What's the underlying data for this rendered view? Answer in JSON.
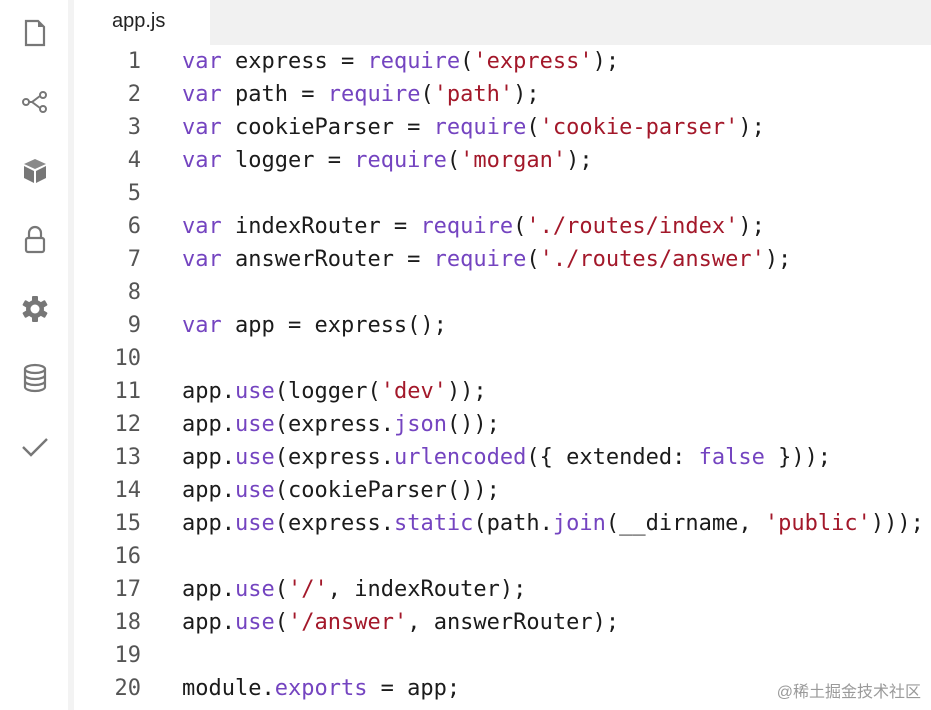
{
  "sidebar": {
    "items": [
      {
        "icon": "file-icon"
      },
      {
        "icon": "share-nodes-icon"
      },
      {
        "icon": "cube-icon"
      },
      {
        "icon": "lock-icon"
      },
      {
        "icon": "gear-icon"
      },
      {
        "icon": "database-icon"
      },
      {
        "icon": "checkmark-icon"
      }
    ]
  },
  "tab": {
    "label": "app.js"
  },
  "colors": {
    "keyword": "#7444c0",
    "string": "#a3182a",
    "text": "#1b1b1b",
    "line_number": "#555555"
  },
  "code": {
    "lines": [
      [
        [
          "kw",
          "var"
        ],
        [
          "p",
          " express = "
        ],
        [
          "fn",
          "require"
        ],
        [
          "p",
          "("
        ],
        [
          "str",
          "'express'"
        ],
        [
          "p",
          ");"
        ]
      ],
      [
        [
          "kw",
          "var"
        ],
        [
          "p",
          " path = "
        ],
        [
          "fn",
          "require"
        ],
        [
          "p",
          "("
        ],
        [
          "str",
          "'path'"
        ],
        [
          "p",
          ");"
        ]
      ],
      [
        [
          "kw",
          "var"
        ],
        [
          "p",
          " cookieParser = "
        ],
        [
          "fn",
          "require"
        ],
        [
          "p",
          "("
        ],
        [
          "str",
          "'cookie-parser'"
        ],
        [
          "p",
          ");"
        ]
      ],
      [
        [
          "kw",
          "var"
        ],
        [
          "p",
          " logger = "
        ],
        [
          "fn",
          "require"
        ],
        [
          "p",
          "("
        ],
        [
          "str",
          "'morgan'"
        ],
        [
          "p",
          ");"
        ]
      ],
      [],
      [
        [
          "kw",
          "var"
        ],
        [
          "p",
          " indexRouter = "
        ],
        [
          "fn",
          "require"
        ],
        [
          "p",
          "("
        ],
        [
          "str",
          "'./routes/index'"
        ],
        [
          "p",
          ");"
        ]
      ],
      [
        [
          "kw",
          "var"
        ],
        [
          "p",
          " answerRouter = "
        ],
        [
          "fn",
          "require"
        ],
        [
          "p",
          "("
        ],
        [
          "str",
          "'./routes/answer'"
        ],
        [
          "p",
          ");"
        ]
      ],
      [],
      [
        [
          "kw",
          "var"
        ],
        [
          "p",
          " app = express();"
        ]
      ],
      [],
      [
        [
          "p",
          "app."
        ],
        [
          "fn",
          "use"
        ],
        [
          "p",
          "(logger("
        ],
        [
          "str",
          "'dev'"
        ],
        [
          "p",
          "));"
        ]
      ],
      [
        [
          "p",
          "app."
        ],
        [
          "fn",
          "use"
        ],
        [
          "p",
          "(express."
        ],
        [
          "fn",
          "json"
        ],
        [
          "p",
          "());"
        ]
      ],
      [
        [
          "p",
          "app."
        ],
        [
          "fn",
          "use"
        ],
        [
          "p",
          "(express."
        ],
        [
          "fn",
          "urlencoded"
        ],
        [
          "p",
          "({ extended: "
        ],
        [
          "kw",
          "false"
        ],
        [
          "p",
          " }));"
        ]
      ],
      [
        [
          "p",
          "app."
        ],
        [
          "fn",
          "use"
        ],
        [
          "p",
          "(cookieParser());"
        ]
      ],
      [
        [
          "p",
          "app."
        ],
        [
          "fn",
          "use"
        ],
        [
          "p",
          "(express."
        ],
        [
          "fn",
          "static"
        ],
        [
          "p",
          "(path."
        ],
        [
          "fn",
          "join"
        ],
        [
          "p",
          "(__dirname, "
        ],
        [
          "str",
          "'public'"
        ],
        [
          "p",
          ")));"
        ]
      ],
      [],
      [
        [
          "p",
          "app."
        ],
        [
          "fn",
          "use"
        ],
        [
          "p",
          "("
        ],
        [
          "str",
          "'/'"
        ],
        [
          "p",
          ", indexRouter);"
        ]
      ],
      [
        [
          "p",
          "app."
        ],
        [
          "fn",
          "use"
        ],
        [
          "p",
          "("
        ],
        [
          "str",
          "'/answer'"
        ],
        [
          "p",
          ", answerRouter);"
        ]
      ],
      [],
      [
        [
          "p",
          "module."
        ],
        [
          "fn",
          "exports"
        ],
        [
          "p",
          " = app;"
        ]
      ]
    ]
  },
  "watermark": "@稀土掘金技术社区"
}
